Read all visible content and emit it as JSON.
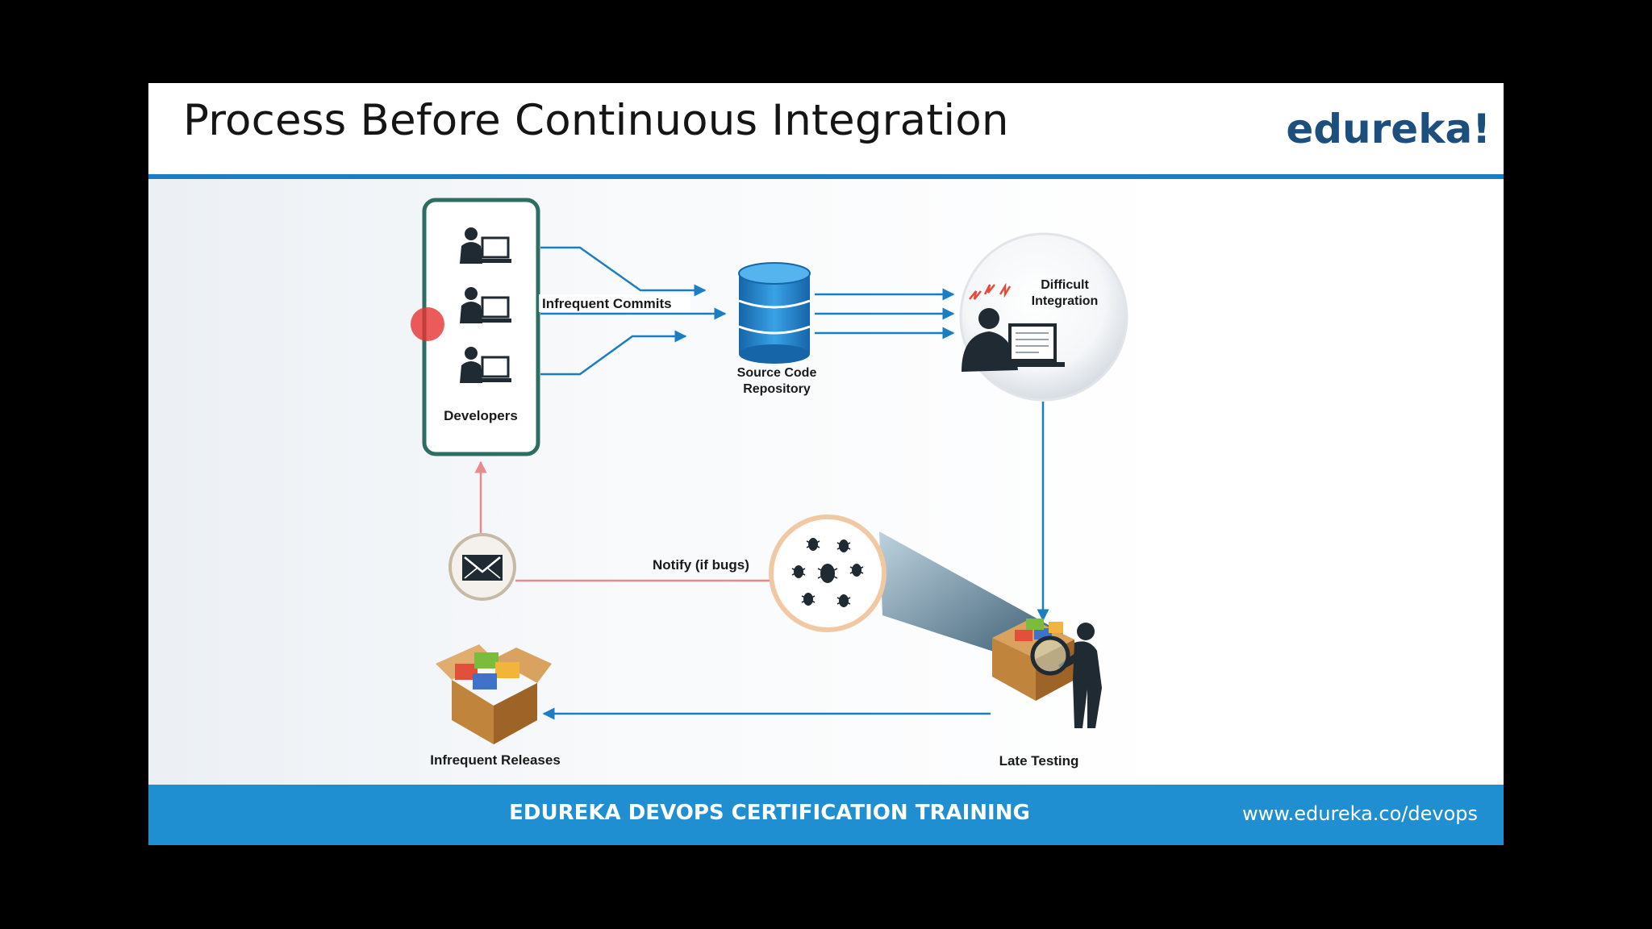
{
  "slide": {
    "title": "Process Before Continuous Integration",
    "brand": "edureka!"
  },
  "diagram": {
    "nodes": {
      "developers": "Developers",
      "repository_line1": "Source Code",
      "repository_line2": "Repository",
      "integration_line1": "Difficult",
      "integration_line2": "Integration",
      "testing": "Late Testing",
      "releases": "Infrequent Releases"
    },
    "edges": {
      "commits": "Infrequent Commits",
      "notify": "Notify (if bugs)"
    }
  },
  "footer": {
    "title": "EDUREKA DEVOPS CERTIFICATION TRAINING",
    "url": "www.edureka.co/devops"
  },
  "colors": {
    "accent_blue": "#1b7ec2",
    "footer_blue": "#1f8fd2",
    "brand_navy": "#1d4f7e",
    "developers_border": "#2e6e62",
    "notify_red": "#e88a8a",
    "pointer_red": "#e63232"
  }
}
